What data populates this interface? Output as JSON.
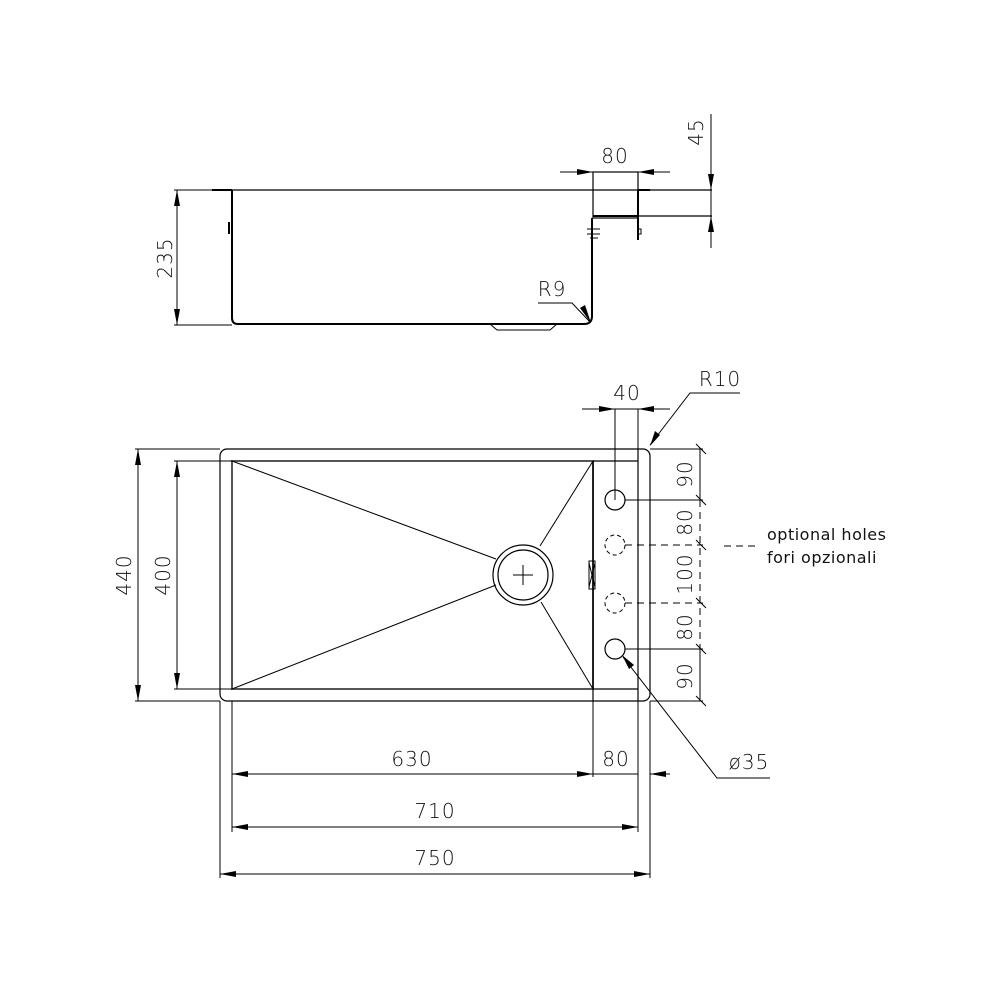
{
  "drawing": {
    "title": "Undermount sink technical drawing",
    "units": "mm",
    "colors": {
      "line": "#000000",
      "background": "#ffffff",
      "bowl_outline": "#555555"
    }
  },
  "side_view": {
    "height_label": "235",
    "ledge_width_label": "80",
    "ledge_thickness_label": "45",
    "corner_radius_label": "R9"
  },
  "top_view": {
    "overall_height_label": "440",
    "bowl_height_label": "400",
    "tap_ledge_width_label": "40",
    "corner_radius_label": "R10",
    "hole_spacing_labels": [
      "90",
      "80",
      "100",
      "80",
      "90"
    ],
    "hole_diameter_label": "ø35",
    "bowl_width_label": "630",
    "ledge_width_label": "80",
    "inner_width_label": "710",
    "overall_width_label": "750",
    "optional_holes_note": {
      "line1": "optional holes",
      "line2": "fori opzionali"
    }
  }
}
